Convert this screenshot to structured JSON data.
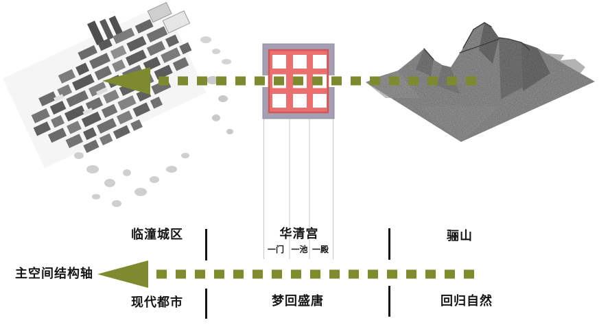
{
  "diagram_title": "主空间结构轴",
  "axis": {
    "label": "主空间结构轴",
    "direction": "left",
    "color": "#7d8a2e"
  },
  "sections": [
    {
      "id": "urban",
      "top_label": "临潼城区",
      "bottom_label": "现代都市",
      "illustration": "city-3d-model"
    },
    {
      "id": "palace",
      "top_label": "华清宫",
      "bottom_label": "梦回盛唐",
      "sub_labels": [
        "一门",
        "一池",
        "一殿"
      ],
      "illustration": "palace-nine-grid-plan"
    },
    {
      "id": "mountain",
      "top_label": "骊山",
      "bottom_label": "回归自然",
      "illustration": "mountain-terrain-3d-model"
    }
  ],
  "palette": {
    "axis_green": "#7d8a2e",
    "palace_fill_red": "#ea7070",
    "palace_red_border": "#d15656",
    "palace_frame_gray": "#a49fb3",
    "guide_line_gray": "#c4c4c4",
    "divider_black": "#111111",
    "model_gray": "#909090",
    "text_black": "#141414"
  }
}
